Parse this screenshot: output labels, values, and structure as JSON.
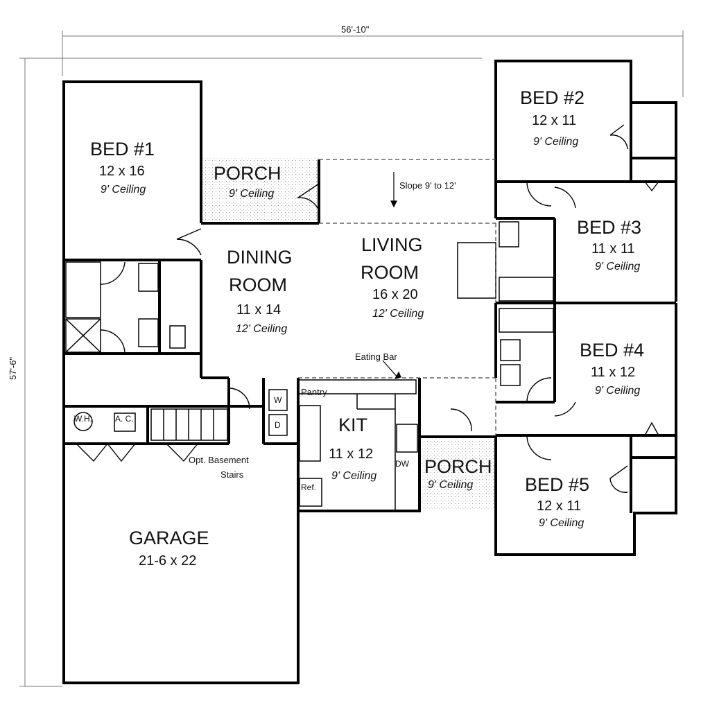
{
  "dimensions": {
    "width": "56'-10\"",
    "depth": "57'-6\""
  },
  "rooms": {
    "bed1": {
      "name": "BED #1",
      "size": "12 x 16",
      "ceiling": "9' Ceiling"
    },
    "bed2": {
      "name": "BED #2",
      "size": "12 x 11",
      "ceiling": "9' Ceiling"
    },
    "bed3": {
      "name": "BED #3",
      "size": "11 x 11",
      "ceiling": "9' Ceiling"
    },
    "bed4": {
      "name": "BED #4",
      "size": "11 x 12",
      "ceiling": "9' Ceiling"
    },
    "bed5": {
      "name": "BED #5",
      "size": "12 x 11",
      "ceiling": "9' Ceiling"
    },
    "porch_front": {
      "name": "PORCH",
      "ceiling": "9' Ceiling"
    },
    "porch_rear": {
      "name": "PORCH",
      "ceiling": "9' Ceiling"
    },
    "dining": {
      "name_line1": "DINING",
      "name_line2": "ROOM",
      "size": "11 x 14",
      "ceiling": "12' Ceiling"
    },
    "living": {
      "name_line1": "LIVING",
      "name_line2": "ROOM",
      "size": "16 x 20",
      "ceiling": "12' Ceiling",
      "slope": "Slope 9' to 12'"
    },
    "kitchen": {
      "name": "KIT",
      "size": "11 x 12",
      "ceiling": "9' Ceiling"
    },
    "garage": {
      "name": "GARAGE",
      "size": "21-6 x 22"
    }
  },
  "fixtures": {
    "eating_bar": "Eating Bar",
    "pantry": "Pantry",
    "washer": "W",
    "dryer": "D",
    "dishwasher": "DW",
    "refrigerator": "Ref.",
    "water_heater": "W.H.",
    "air_conditioner": "A. C.",
    "basement_stairs_line1": "Opt. Basement",
    "basement_stairs_line2": "Stairs"
  }
}
